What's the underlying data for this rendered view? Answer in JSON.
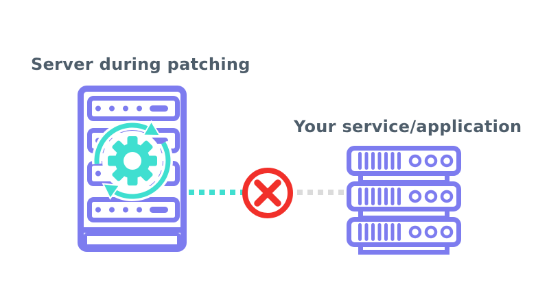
{
  "colors": {
    "purple": "#7d7cef",
    "teal": "#3fdfd0",
    "red": "#f1302a",
    "gray": "#dbdbdb",
    "slate": "#4e5d6a",
    "white": "#ffffff"
  },
  "left": {
    "title": "Server during patching",
    "icon": "server-tower-icon",
    "overlay_icon": "sync-gear-icon"
  },
  "right": {
    "title": "Your service/application",
    "icon": "server-rack-icon"
  },
  "connection": {
    "status": "blocked",
    "icon": "blocked-x-icon",
    "left_segment_color": "#3fdfd0",
    "right_segment_color": "#dbdbdb"
  }
}
